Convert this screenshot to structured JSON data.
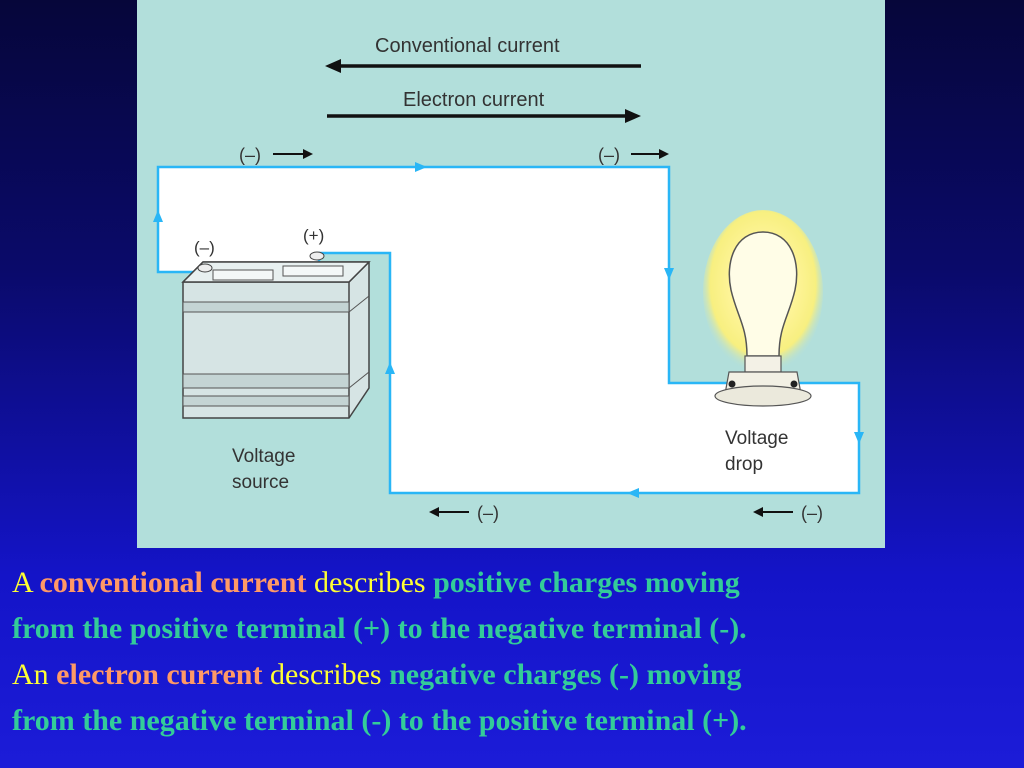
{
  "diagram": {
    "conventional_label": "Conventional current",
    "electron_label": "Electron current",
    "neg_top_left": "(–)",
    "neg_top_right": "(–)",
    "battery_neg": "(–)",
    "battery_pos": "(+)",
    "voltage_source_line1": "Voltage",
    "voltage_source_line2": "source",
    "voltage_drop_line1": "Voltage",
    "voltage_drop_line2": "drop",
    "neg_bottom_left": "(–)",
    "neg_bottom_right": "(–)",
    "colors": {
      "background": "#b2dfdb",
      "wire_fill": "#ffffff",
      "wire_stroke": "#29b6f6",
      "battery_fill": "#d8e6e6",
      "bulb_glow": "#ffeb3b"
    }
  },
  "caption": {
    "l1_a": "A ",
    "l1_b": "conventional current",
    "l1_c": " describes ",
    "l1_d": "positive charges moving",
    "l2": "from the positive terminal (+) to the negative terminal (-).",
    "l3_a": "An ",
    "l3_b": "electron current",
    "l3_c": " describes ",
    "l3_d": "negative charges (-) moving",
    "l4": "from the negative terminal (-) to the positive terminal (+)."
  }
}
